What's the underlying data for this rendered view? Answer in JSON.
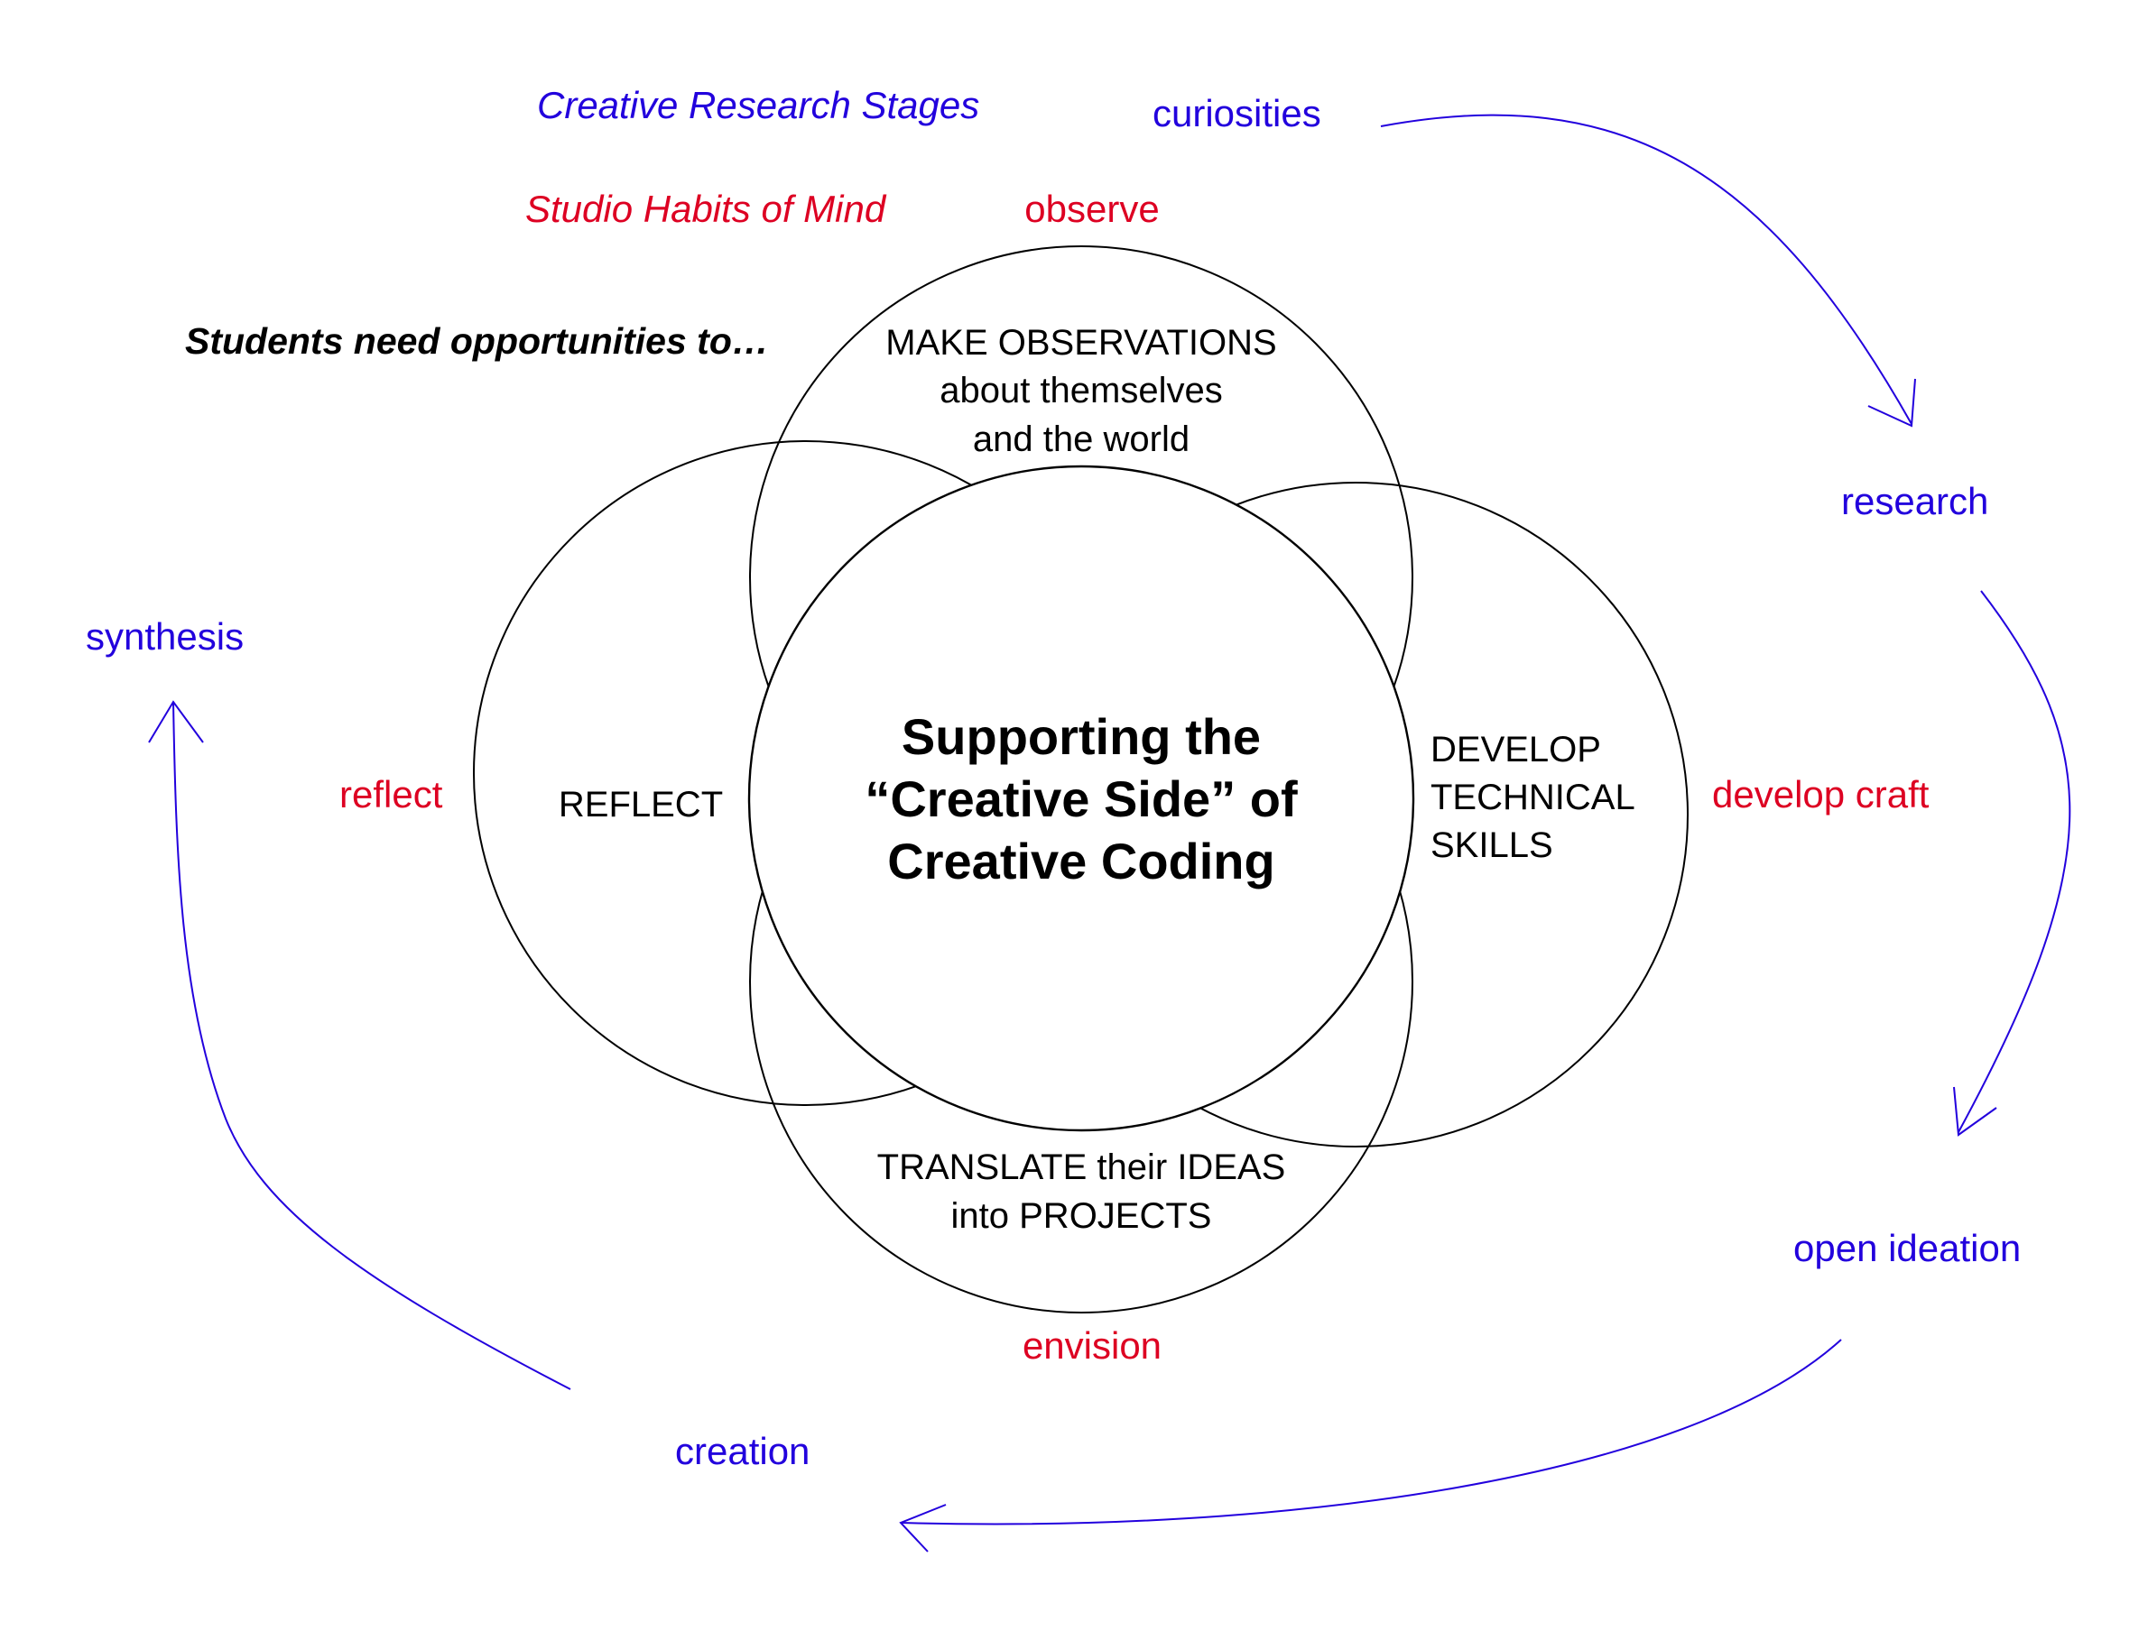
{
  "legend": {
    "stages_title": "Creative Research Stages",
    "habits_title": "Studio Habits of Mind",
    "prompt": "Students need opportunities to…"
  },
  "center": {
    "line1": "Supporting the",
    "line2": "“Creative Side” of",
    "line3": "Creative Coding"
  },
  "circles": {
    "top": {
      "line1": "MAKE OBSERVATIONS",
      "line2": "about themselves",
      "line3": "and the world",
      "habit": "observe"
    },
    "left": {
      "line1": "REFLECT",
      "habit": "reflect"
    },
    "right": {
      "line1": "DEVELOP",
      "line2": "TECHNICAL",
      "line3": "SKILLS",
      "habit": "develop craft"
    },
    "bottom": {
      "line1": "TRANSLATE their IDEAS",
      "line2": "into PROJECTS",
      "habit": "envision"
    }
  },
  "stages": {
    "curiosities": "curiosities",
    "research": "research",
    "open_ideation": "open ideation",
    "creation": "creation",
    "synthesis": "synthesis"
  },
  "colors": {
    "stages": "#2200dd",
    "habits": "#dd0022",
    "outline": "#000000"
  }
}
